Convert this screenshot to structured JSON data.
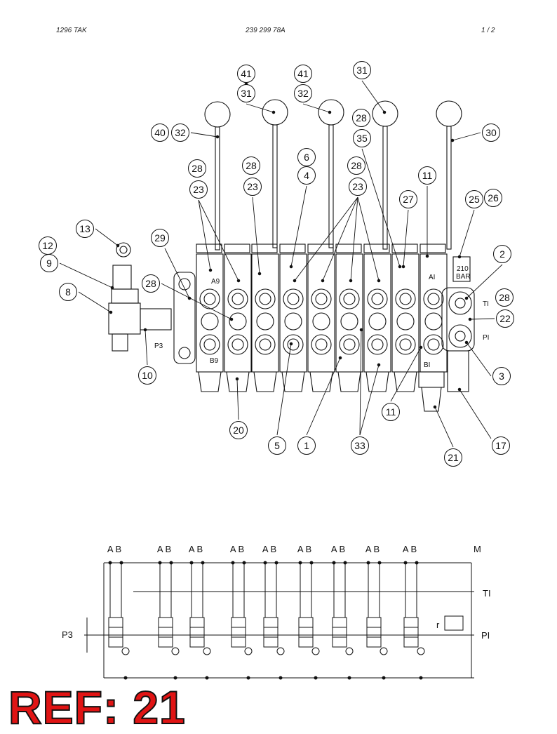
{
  "header": {
    "left": "1296  TAK",
    "center": "239 299 78A",
    "right": "1 / 2"
  },
  "ref_label": "REF: 21",
  "ref_color": "#e01414",
  "callouts": [
    {
      "id": "c41a",
      "label": "41"
    },
    {
      "id": "c31a",
      "label": "31"
    },
    {
      "id": "c41b",
      "label": "41"
    },
    {
      "id": "c32b",
      "label": "32"
    },
    {
      "id": "c31top",
      "label": "31"
    },
    {
      "id": "c28r",
      "label": "28"
    },
    {
      "id": "c35",
      "label": "35"
    },
    {
      "id": "c40",
      "label": "40"
    },
    {
      "id": "c32a",
      "label": "32"
    },
    {
      "id": "c30",
      "label": "30"
    },
    {
      "id": "c6",
      "label": "6"
    },
    {
      "id": "c4",
      "label": "4"
    },
    {
      "id": "c28a",
      "label": "28"
    },
    {
      "id": "c23a",
      "label": "23"
    },
    {
      "id": "c28b",
      "label": "28"
    },
    {
      "id": "c23b",
      "label": "23"
    },
    {
      "id": "c28c",
      "label": "28"
    },
    {
      "id": "c23c",
      "label": "23"
    },
    {
      "id": "c11a",
      "label": "11"
    },
    {
      "id": "c27",
      "label": "27"
    },
    {
      "id": "c25",
      "label": "25"
    },
    {
      "id": "c26",
      "label": "26"
    },
    {
      "id": "c13",
      "label": "13"
    },
    {
      "id": "c29",
      "label": "29"
    },
    {
      "id": "c12",
      "label": "12"
    },
    {
      "id": "c9",
      "label": "9"
    },
    {
      "id": "c2",
      "label": "2"
    },
    {
      "id": "c8",
      "label": "8"
    },
    {
      "id": "c28d",
      "label": "28"
    },
    {
      "id": "c28e",
      "label": "28"
    },
    {
      "id": "c22",
      "label": "22"
    },
    {
      "id": "c3",
      "label": "3"
    },
    {
      "id": "c10",
      "label": "10"
    },
    {
      "id": "c11b",
      "label": "11"
    },
    {
      "id": "c20",
      "label": "20"
    },
    {
      "id": "c5",
      "label": "5"
    },
    {
      "id": "c1",
      "label": "1"
    },
    {
      "id": "c33",
      "label": "33"
    },
    {
      "id": "c17",
      "label": "17"
    },
    {
      "id": "c21",
      "label": "21"
    }
  ],
  "body_labels": {
    "a9": "A9",
    "b9": "B9",
    "ai": "AI",
    "bi": "BI",
    "p3": "P3",
    "ti": "TI",
    "pi": "PI",
    "bar_value": "210",
    "bar_unit": "BAR"
  },
  "schematic": {
    "ab_pairs": [
      "A  B",
      "A  B",
      "A  B",
      "A  B",
      "A  B",
      "A  B",
      "A  B",
      "A  B",
      "A  B"
    ],
    "m": "M",
    "ti": "TI",
    "pi": "PI",
    "p3": "P3",
    "r": "r"
  }
}
